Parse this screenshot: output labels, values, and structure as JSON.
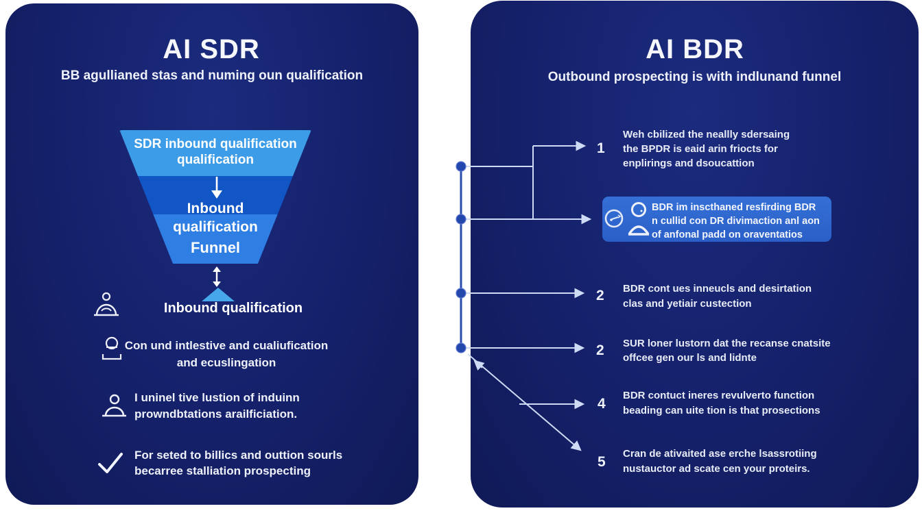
{
  "colors": {
    "panel_navy": "#15216b",
    "funnel_top": "#3d9ce8",
    "funnel_mid": "#1256c6",
    "funnel_bottom": "#2f7ee3",
    "triangle": "#46a8ea",
    "highlight_box": "#2b63cc",
    "connector_light": "#cfdaf4",
    "connector_dark": "#2a4bb0",
    "text": "#eef1fa"
  },
  "left": {
    "title": "AI SDR",
    "subtitle": "BB agullianed stas and numing oun qualification",
    "funnel": {
      "top_lines": [
        "SDR inbound qualification",
        "qualification"
      ],
      "mid_label": "Inbound",
      "bottom_lines": [
        "qualification",
        "Funnel"
      ],
      "caption": "Inbound qualification",
      "caption_icon": "agent-desk-icon"
    },
    "items": [
      {
        "icon": "user-bracket-icon",
        "lines": [
          "Con und intlestive and cualiufication",
          "and ecuslingation"
        ]
      },
      {
        "icon": "person-icon",
        "lines": [
          "I uninel tive lustion of induinn",
          "prowndbtations arailficiation."
        ]
      },
      {
        "icon": "check-icon",
        "lines": [
          "For seted to billics and outtion sourls",
          "becarree stalliation prospecting"
        ]
      }
    ]
  },
  "right": {
    "title": "AI BDR",
    "subtitle": "Outbound prospecting is with indlunand funnel",
    "highlight_box": {
      "icons": [
        "clock-icon",
        "person-icon"
      ],
      "lines": [
        "BDR im inscthaned resfirding BDR",
        "n cullid con DR divimaction anl aon",
        "of anfonal padd on oraventatios"
      ]
    },
    "steps": [
      {
        "number": "1",
        "lines": [
          "Weh cbilized the neallly sdersaing",
          "the BPDR is eaid arin friocts for",
          "enplirings and dsoucattion"
        ]
      },
      {
        "number": "2",
        "lines": [
          "BDR cont ues inneucls and desirtation",
          "clas and yetiair custection"
        ]
      },
      {
        "number": "2",
        "lines": [
          "SUR loner lustorn dat the recanse cnatsite",
          "offcee gen our ls and lidnte"
        ]
      },
      {
        "number": "4",
        "lines": [
          "BDR contuct ineres revulverto function",
          "beading can uite tion is that prosections"
        ]
      },
      {
        "number": "5",
        "lines": [
          "Cran de ativaited ase erche lsassrotiing",
          "nustauctor ad scate cen your proteirs."
        ]
      }
    ]
  }
}
